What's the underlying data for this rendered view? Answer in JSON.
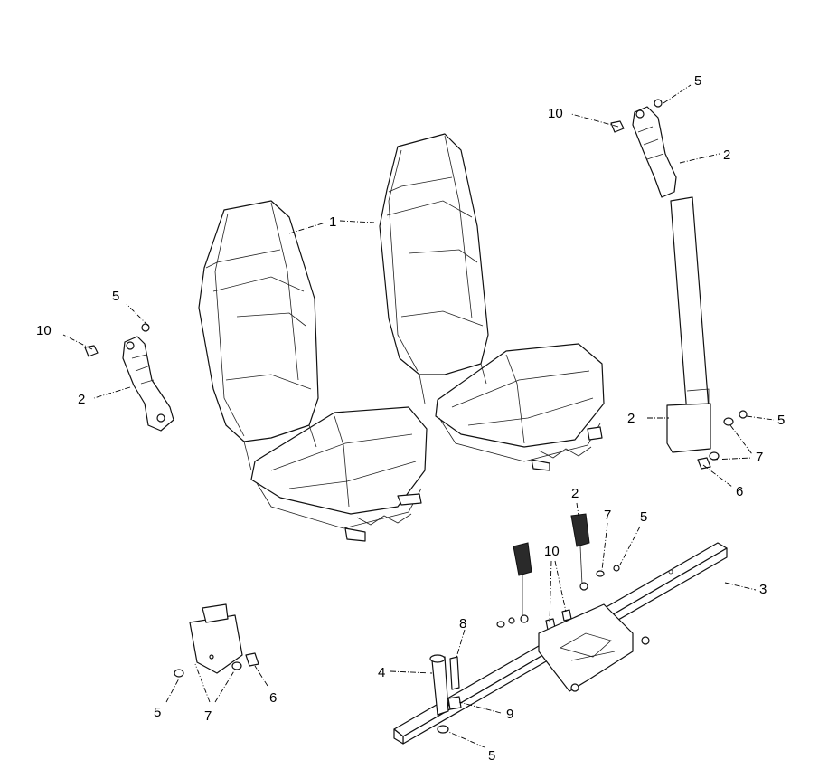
{
  "callouts": {
    "c1": "1",
    "c2a": "2",
    "c2b": "2",
    "c2c": "2",
    "c2d": "2",
    "c3": "3",
    "c4": "4",
    "c5a": "5",
    "c5b": "5",
    "c5c": "5",
    "c5d": "5",
    "c5e": "5",
    "c5f": "5",
    "c6a": "6",
    "c6b": "6",
    "c7a": "7",
    "c7b": "7",
    "c7c": "7",
    "c8": "8",
    "c9": "9",
    "c10a": "10",
    "c10b": "10",
    "c10c": "10"
  }
}
